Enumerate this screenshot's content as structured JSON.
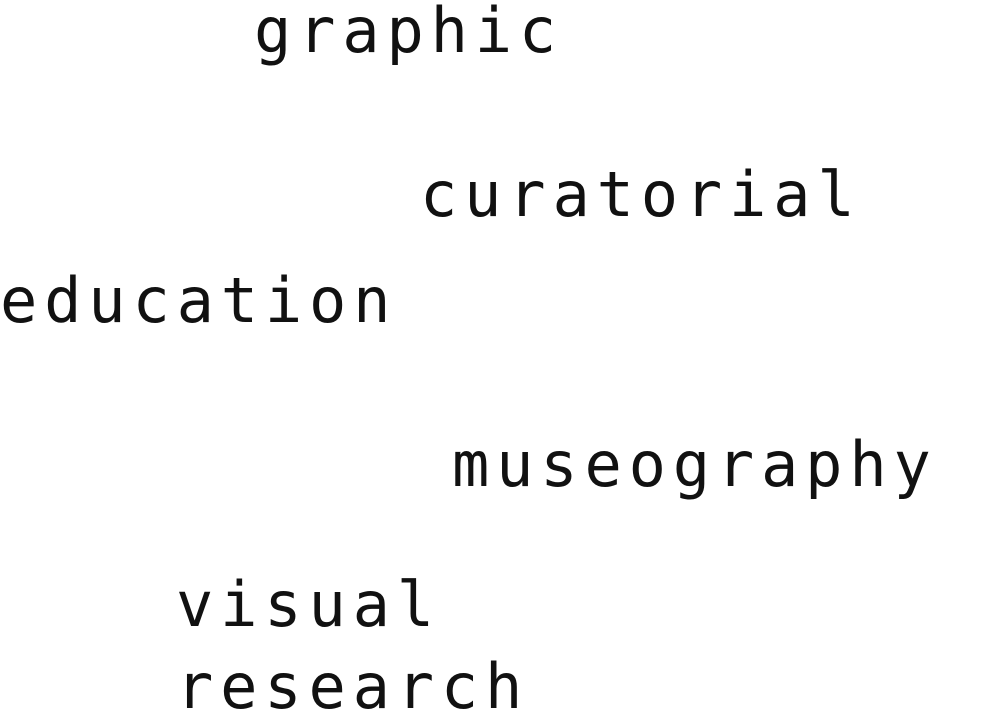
{
  "words": {
    "graphic": "graphic",
    "curatorial": "curatorial",
    "education": "education",
    "museography": "museography",
    "visual": "visual",
    "research": "research"
  },
  "colors": {
    "text": "#111111",
    "background": "#ffffff"
  }
}
